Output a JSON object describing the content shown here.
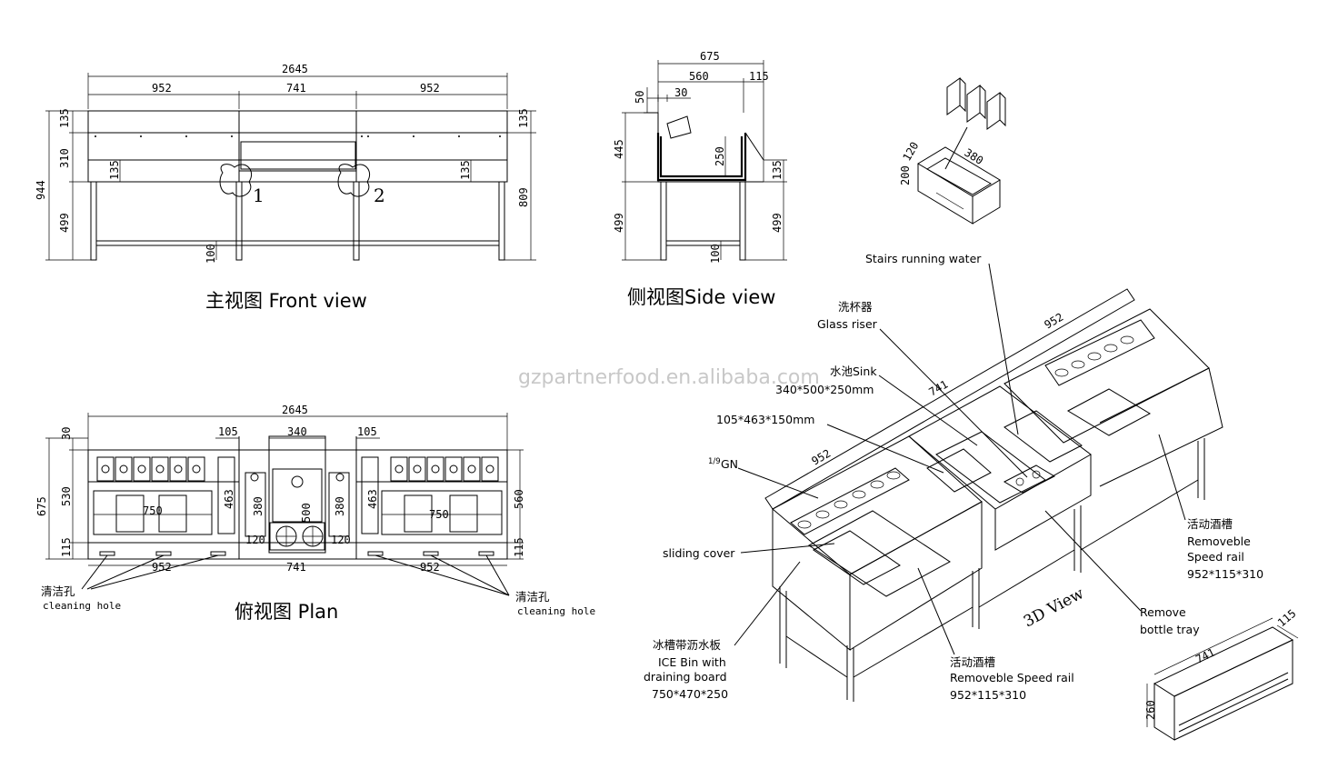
{
  "watermark": "gzpartnerfood.en.alibaba.com",
  "front": {
    "title": "主视图  Front view",
    "dims": {
      "total": "2645",
      "left": "952",
      "mid": "741",
      "right": "952",
      "h135": "135",
      "h310": "310",
      "h499": "499",
      "h944": "944",
      "h809": "809",
      "r135": "135",
      "foot": "100",
      "inner135a": "135",
      "inner135b": "135"
    },
    "labels": {
      "one": "1",
      "two": "2"
    }
  },
  "side": {
    "title": "侧视图Side view",
    "dims": {
      "total": "675",
      "d560": "560",
      "d115": "115",
      "d50": "50",
      "d30": "30",
      "h445": "445",
      "h250": "250",
      "h135": "135",
      "h499l": "499",
      "h499r": "499",
      "foot": "100"
    }
  },
  "plan": {
    "title": "俯视图  Plan",
    "dims": {
      "total": "2645",
      "t30": "30",
      "h675": "675",
      "h530": "530",
      "h560": "560",
      "h115l": "115",
      "h115r": "115",
      "w105a": "105",
      "w340": "340",
      "w105b": "105",
      "h463a": "463",
      "h463b": "463",
      "h380a": "380",
      "h380b": "380",
      "h500": "500",
      "w120a": "120",
      "w120b": "120",
      "w750a": "750",
      "w750b": "750",
      "b952a": "952",
      "b741": "741",
      "b952b": "952"
    },
    "cleaning_left_cn": "清洁孔",
    "cleaning_left_en": "cleaning hole",
    "cleaning_right_cn": "清洁孔",
    "cleaning_right_en": "cleaning hole"
  },
  "rack": {
    "d120": "120",
    "d380": "380",
    "d200": "200"
  },
  "iso": {
    "title": "3D View",
    "dims": {
      "d952a": "952",
      "d741": "741",
      "d952b": "952"
    },
    "callouts": {
      "stairs": "Stairs running water",
      "glass_cn": "洗杯器",
      "glass_en": "Glass riser",
      "sink_cn": "水池Sink",
      "sink_size": "340*500*250mm",
      "box_size": "105*463*150mm",
      "gn_frac": "1/9",
      "gn": "GN",
      "sliding": "sliding cover",
      "ice_cn": "冰槽带沥水板",
      "ice_en1": "ICE Bin with",
      "ice_en2": "draining board",
      "ice_size": "750*470*250",
      "rail_cn": "活动酒槽",
      "rail_en": "Removeble Speed rail",
      "rail_size": "952*115*310",
      "rail2_cn": "活动酒槽",
      "rail2_en1": "Removeble",
      "rail2_en2": "Speed rail",
      "rail2_size": "952*115*310",
      "bottle1": "Remove",
      "bottle2": "bottle tray"
    }
  },
  "tray": {
    "d741": "741",
    "d115": "115",
    "d260": "260"
  }
}
